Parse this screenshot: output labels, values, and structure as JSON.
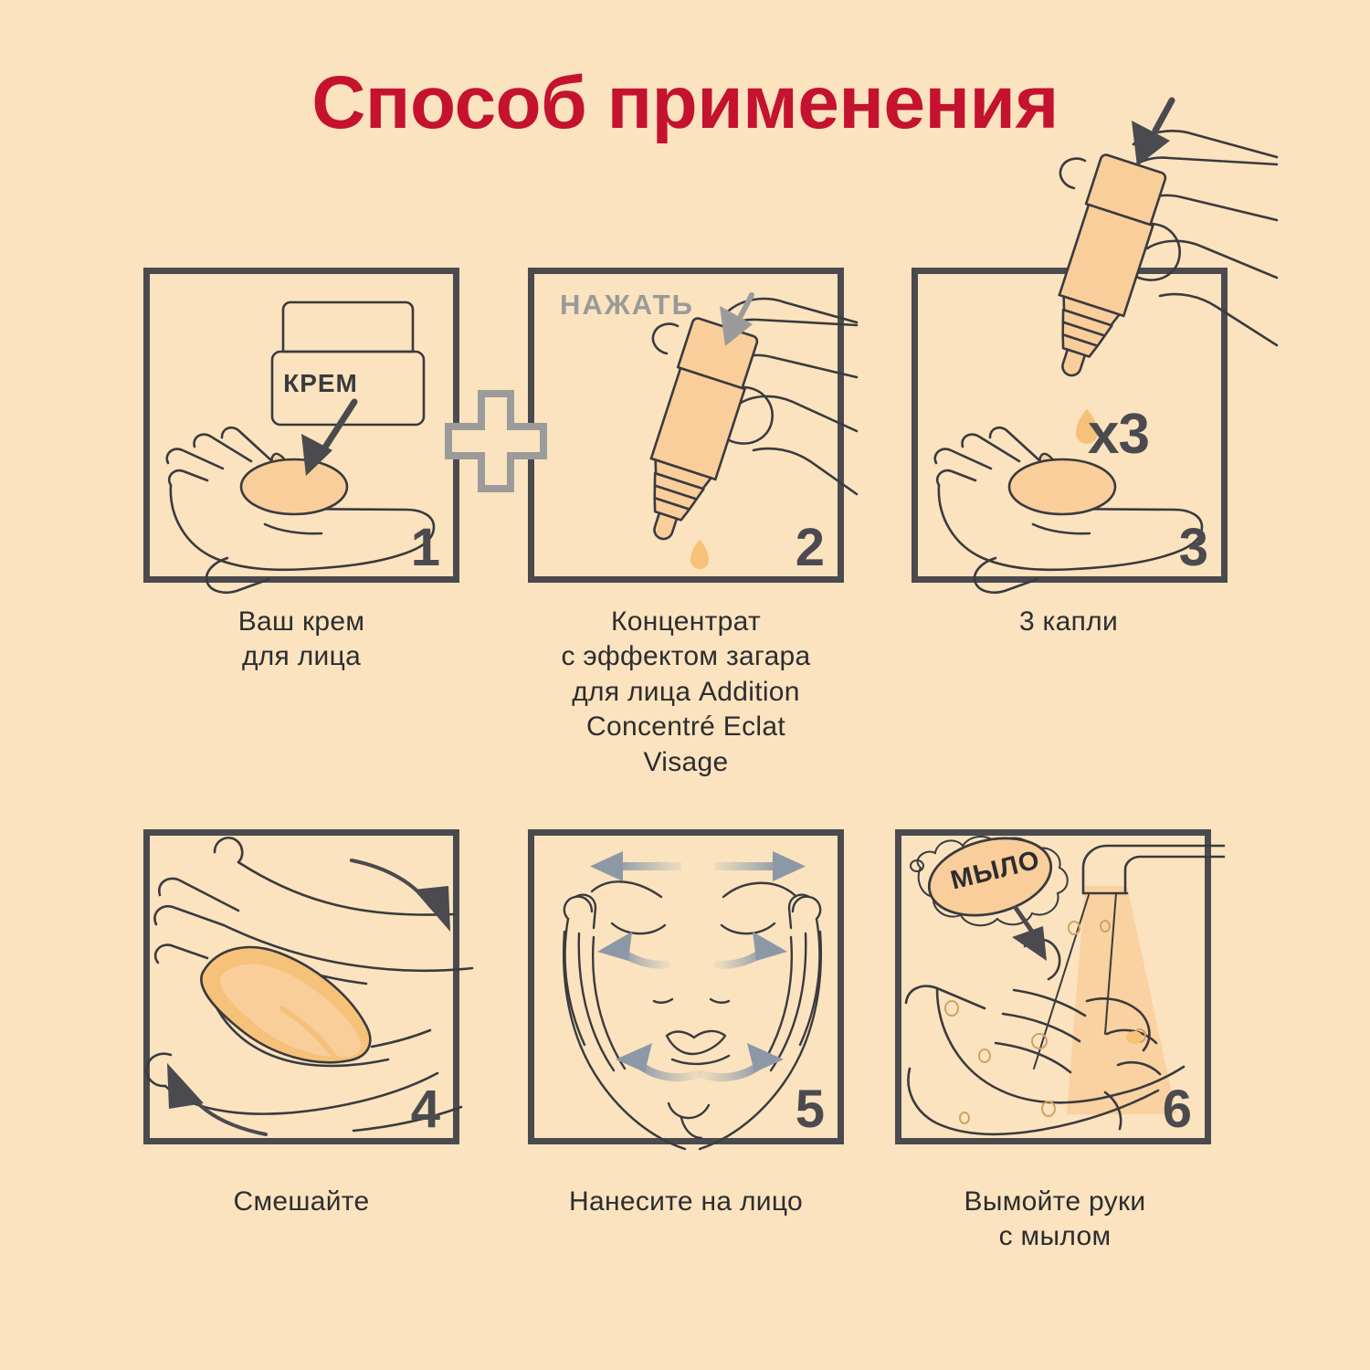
{
  "page": {
    "title": "Способ применения",
    "background_color": "#FAE3BE",
    "title_color": "#C4122F",
    "ink_color": "#4A4A4F",
    "cream_color": "#F9CE9B",
    "gray_accent": "#9A9A9A"
  },
  "connector": {
    "symbol": "plus",
    "name": "plus-sign"
  },
  "steps": [
    {
      "number": "1",
      "inline_label": "КРЕМ",
      "caption": "Ваш крем\nдля лица",
      "scene": "cream-jar-over-palm"
    },
    {
      "number": "2",
      "inline_label": "НАЖАТЬ",
      "caption": "Концентрат\nс эффектом загара\nдля лица Addition\nConcentré Eclat\nVisage",
      "scene": "hand-squeezing-dropper-bottle"
    },
    {
      "number": "3",
      "inline_label": "x3",
      "caption": "3 капли",
      "scene": "bottle-dispensing-drops-into-palm"
    },
    {
      "number": "4",
      "inline_label": "",
      "caption": "Смешайте",
      "scene": "two-hands-rubbing-together"
    },
    {
      "number": "5",
      "inline_label": "",
      "caption": "Нанесите на лицо",
      "scene": "hands-applying-to-face"
    },
    {
      "number": "6",
      "inline_label": "МЫЛО",
      "caption": "Вымойте руки\nс мылом",
      "scene": "washing-hands-under-tap"
    }
  ]
}
